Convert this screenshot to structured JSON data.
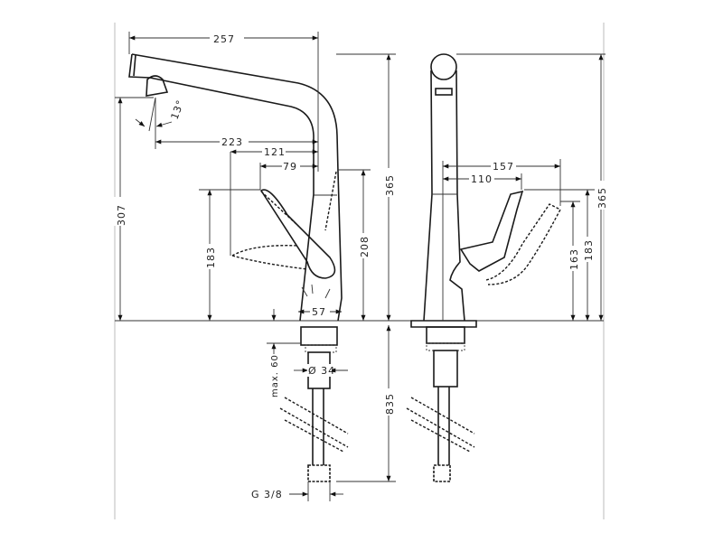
{
  "side_view": {
    "dim_spout_reach": "257",
    "dim_angle": "13°",
    "dim_outlet_reach": "223",
    "dim_lever_reach": "121",
    "dim_lever_short": "79",
    "dim_outlet_height": "307",
    "dim_lever_height": "183",
    "dim_body_height": "208",
    "dim_total_height": "365",
    "dim_base_width": "57",
    "dim_max_thickness": "max. 60",
    "dim_shank_diameter": "Ø 34",
    "dim_hose_length": "835",
    "dim_connection": "G 3/8"
  },
  "front_view": {
    "dim_reach_157": "157",
    "dim_reach_110": "110",
    "dim_height_163": "163",
    "dim_height_183": "183",
    "dim_total_height": "365"
  }
}
